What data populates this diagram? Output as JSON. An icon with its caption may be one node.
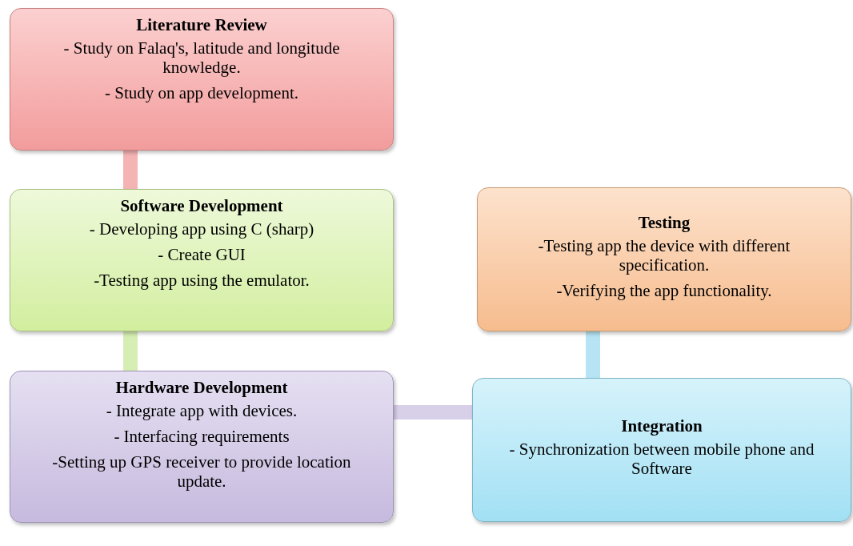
{
  "diagram": {
    "nodes": [
      {
        "text": [
          "Literature Review",
          "- Study on Falaq's,  latitude and longitude knowledge.",
          "- Study on app development."
        ]
      },
      {
        "text": [
          "Software Development",
          "- Developing app using C (sharp)",
          "- Create GUI",
          "-Testing app using the emulator."
        ]
      },
      {
        "text": [
          "Hardware Development",
          "- Integrate app with devices.",
          "- Interfacing requirements",
          "-Setting up GPS receiver to provide location update."
        ]
      },
      {
        "text": [
          "Integration",
          "- Synchronization between mobile phone and Software"
        ]
      },
      {
        "text": [
          "Testing",
          "-Testing app the device with different specification.",
          "-Verifying the app functionality."
        ]
      }
    ],
    "edges": [
      {
        "from": 0,
        "to": 1,
        "arrow": "none",
        "color": "#f4b4b4"
      },
      {
        "from": 1,
        "to": 2,
        "arrow": "none",
        "color": "#d6eeb4"
      },
      {
        "from": 2,
        "to": 3,
        "arrow": "none",
        "color": "#d8cfe9"
      },
      {
        "from": 3,
        "to": 4,
        "arrow": "none",
        "color": "#b6e4f4"
      }
    ]
  }
}
